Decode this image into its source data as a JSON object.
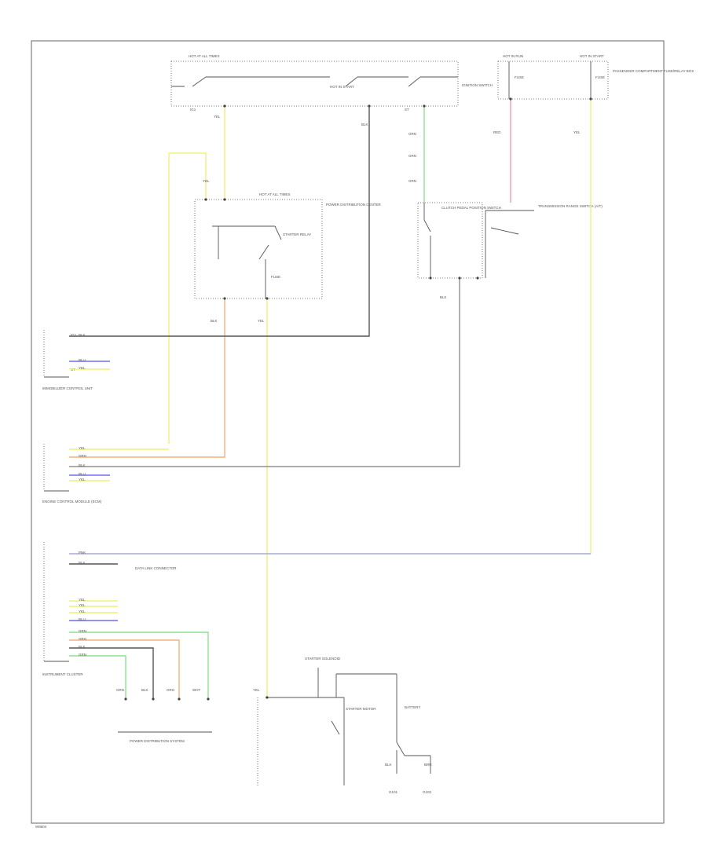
{
  "diagram_id": "W8604",
  "components": {
    "ignition_switch": {
      "title": "IGNITION SWITCH",
      "fuse_label": "HOT AT ALL TIMES",
      "start_label": "HOT IN START",
      "pin_a": "IG1",
      "pin_b": "ST"
    },
    "fuse_box": {
      "fuse_a": "FUSE",
      "fuse_b": "FUSE",
      "title": "PASSENGER COMPARTMENT FUSE/RELAY BOX",
      "hot_a": "HOT IN RUN",
      "hot_b": "HOT IN START"
    },
    "starter_relay_unit": {
      "title": "POWER DISTRIBUTION CENTER",
      "relay": "STARTER RELAY",
      "fuse": "FUSE",
      "hot": "HOT AT ALL TIMES"
    },
    "clutch_switch": {
      "title": "CLUTCH PEDAL POSITION SWITCH"
    },
    "transmission_switch": {
      "title": "TRANSMISSION RANGE SWITCH (A/T)"
    },
    "immobilizer": {
      "title": "IMMOBILIZER CONTROL UNIT",
      "pin_a": "IG1",
      "pin_b": "ST"
    },
    "ecm": {
      "title": "ENGINE CONTROL MODULE (ECM)"
    },
    "instrument_cluster": {
      "title": "INSTRUMENT CLUSTER",
      "note": "DATA LINK CONNECTOR"
    },
    "starter_motor": {
      "title": "STARTER MOTOR",
      "sub": "STARTER SOLENOID",
      "battery": "BATTERY",
      "ground_a": "G101",
      "ground_b": "G102"
    },
    "bottom_note": "POWER DISTRIBUTION SYSTEM"
  },
  "wire_colors": {
    "yellow": "#f0f07a",
    "orange": "#f4b27a",
    "blue": "#6f6ff0",
    "green": "#8fe08f",
    "pink": "#f49ab0",
    "black": "#555555",
    "gray": "#909090",
    "lavender": "#a8a8d8"
  },
  "pin_labels": {
    "yel": "YEL",
    "blk": "BLK",
    "grn": "GRN",
    "red": "RED",
    "org": "ORG",
    "blu": "BLU",
    "brn": "BRN",
    "wht": "WHT",
    "pnk": "PNK"
  }
}
